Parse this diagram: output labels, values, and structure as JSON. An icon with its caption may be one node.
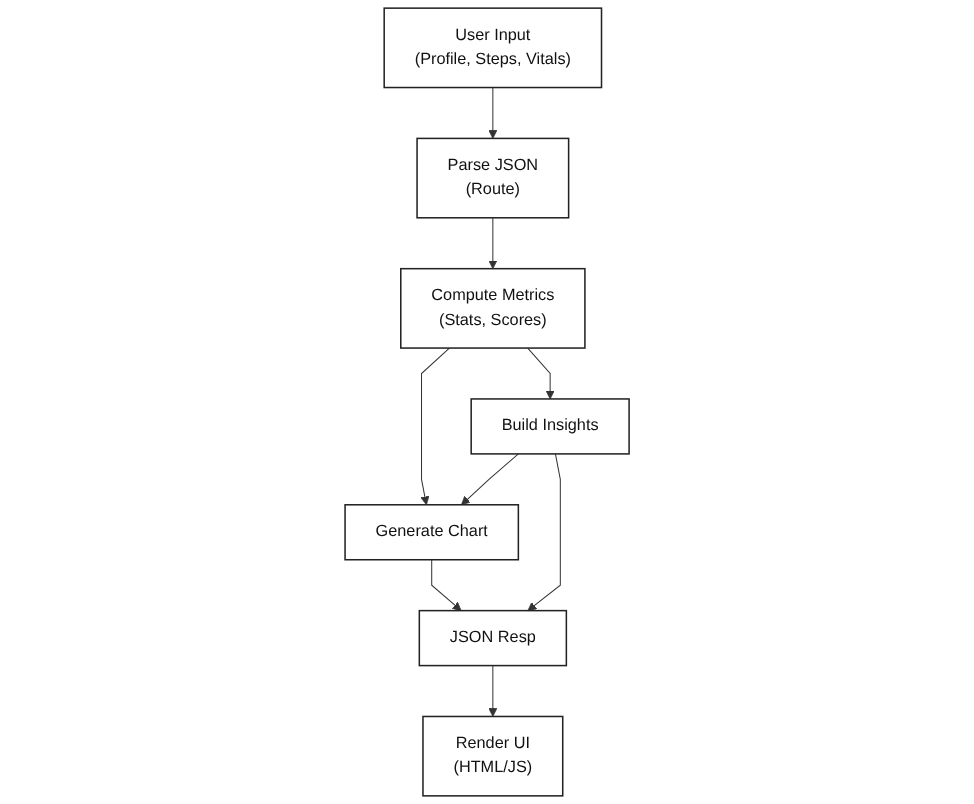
{
  "diagram": {
    "nodes": [
      {
        "text": [
          "User Input",
          "(Profile, Steps, Vitals)"
        ]
      },
      {
        "text": [
          "Parse JSON",
          "(Route)"
        ]
      },
      {
        "text": [
          "Compute Metrics",
          "(Stats, Scores)"
        ]
      },
      {
        "text": [
          "Generate Chart"
        ]
      },
      {
        "text": [
          "Build Insights"
        ]
      },
      {
        "text": [
          "JSON Resp"
        ]
      },
      {
        "text": [
          "Render UI",
          "(HTML/JS)"
        ]
      }
    ],
    "edges": [
      {
        "from": 0,
        "to": 1,
        "arrow": "to"
      },
      {
        "from": 1,
        "to": 2,
        "arrow": "to"
      },
      {
        "from": 2,
        "to": 3,
        "arrow": "to"
      },
      {
        "from": 2,
        "to": 4,
        "arrow": "to"
      },
      {
        "from": 4,
        "to": 3,
        "arrow": "to"
      },
      {
        "from": 3,
        "to": 5,
        "arrow": "to"
      },
      {
        "from": 4,
        "to": 5,
        "arrow": "to"
      },
      {
        "from": 5,
        "to": 6,
        "arrow": "to"
      }
    ]
  }
}
